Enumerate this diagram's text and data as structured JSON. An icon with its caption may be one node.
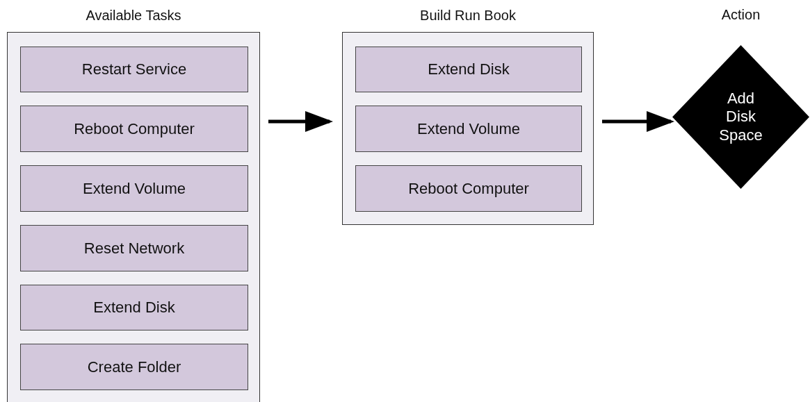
{
  "diagram": {
    "nodes": [
      {
        "text": [
          "Available Tasks"
        ]
      },
      {
        "text": [
          "Restart Service"
        ],
        "in": 0
      },
      {
        "text": [
          "Reboot Computer"
        ],
        "in": 0
      },
      {
        "text": [
          "Extend Volume"
        ],
        "in": 0
      },
      {
        "text": [
          "Reset Network"
        ],
        "in": 0
      },
      {
        "text": [
          "Extend Disk"
        ],
        "in": 0
      },
      {
        "text": [
          "Create Folder"
        ],
        "in": 0
      },
      {
        "text": [
          "Build Run Book"
        ]
      },
      {
        "text": [
          "Extend Disk"
        ],
        "in": 7
      },
      {
        "text": [
          "Extend Volume"
        ],
        "in": 7
      },
      {
        "text": [
          "Reboot Computer"
        ],
        "in": 7
      },
      {
        "text": [
          "Action",
          "Add Disk Space"
        ]
      }
    ],
    "edges": [
      {
        "from": 0,
        "to": 7,
        "arrow": "to"
      },
      {
        "from": 7,
        "to": 11,
        "arrow": "to"
      }
    ]
  }
}
